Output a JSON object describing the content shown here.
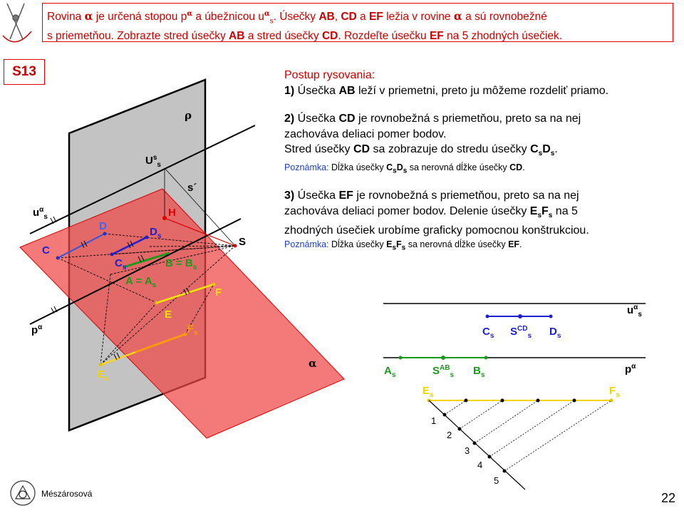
{
  "task": {
    "t1": "Rovina ",
    "alpha": "α",
    "t2": " je určená stopou p",
    "t3": " a úbežnicou u",
    "t4": "s",
    "t5": ". Úsečky ",
    "ab": "AB",
    "c1": ", ",
    "cd": "CD",
    "t6": " a ",
    "ef": "EF",
    "t7": " ležia v rovine ",
    "t8": " a sú rovnobežné",
    "t9": "s priemetňou. Zobrazte stred úsečky ",
    "t10": " a stred úsečky ",
    "t11": ". Rozdeľte úsečku ",
    "t12": " na 5 zhodných úsečiek."
  },
  "slide_code": "S13",
  "steps": {
    "heading": "Postup rysovania:",
    "s1_num": "1)",
    "s1_a": " Úsečka ",
    "s1_b": "AB",
    "s1_c": " leží v priemetni, preto ju môžeme rozdeliť priamo.",
    "s2_num": "2)",
    "s2_a": " Úsečka ",
    "s2_b": "CD",
    "s2_c": " je rovnobežná s priemetňou, preto sa na nej",
    "s2_d": "zachováva deliaci pomer bodov.",
    "s2_e": "Stred úsečky ",
    "s2_f": "CD",
    "s2_g": " sa zobrazuje do stredu úsečky ",
    "s2_h": "C",
    "s2_i": "s",
    "s2_j": "D",
    "s2_k": "s",
    "s2_l": ".",
    "n1_label": "Poznámka:",
    "n1_a": " Dĺžka úsečky ",
    "n1_b": "C",
    "n1_c": "s",
    "n1_d": "D",
    "n1_e": "s",
    "n1_f": " sa nerovná dĺžke úsečky ",
    "n1_g": "CD",
    "n1_h": ".",
    "s3_num": "3)",
    "s3_a": " Úsečka ",
    "s3_b": "EF",
    "s3_c": " je rovnobežná s priemetňou, preto sa na nej",
    "s3_d": "zachováva deliaci pomer bodov. Delenie úsečky ",
    "s3_e": "E",
    "s3_f": "s",
    "s3_g": "F",
    "s3_h": "s",
    "s3_i": " na 5",
    "s3_j": "zhodných úsečiek urobíme graficky pomocnou konštrukciou.",
    "n2_label": "Poznámka:",
    "n2_a": " Dĺžka úsečky ",
    "n2_b": "E",
    "n2_c": "s",
    "n2_d": "F",
    "n2_e": "s",
    "n2_f": " sa nerovná dĺžke úsečky ",
    "n2_g": "EF",
    "n2_h": "."
  },
  "figure": {
    "rho": "ρ",
    "alpha": "α",
    "U": "U",
    "U_sup": "s",
    "U_sub": "s",
    "s_prime": "s´",
    "H": "H",
    "u": "u",
    "u_sup": "α",
    "u_sub": "s",
    "p": "p",
    "p_sup": "α",
    "D": "D",
    "Ds": "D",
    "Ds_sub": "s",
    "S": "S",
    "C": "C",
    "Cs": "C",
    "Cs_sub": "s",
    "B_eq": "B = B",
    "B_eq_sub": "s",
    "A_eq": "A = A",
    "A_eq_sub": "s",
    "F": "F",
    "E": "E",
    "Fs": "F",
    "Fs_sub": "s",
    "Es": "E",
    "Es_sub": "s"
  },
  "construction": {
    "u": "u",
    "u_sup": "α",
    "u_sub": "s",
    "p": "p",
    "p_sup": "α",
    "Cs": "C",
    "Cs_sub": "s",
    "Scd": "S",
    "Scd_sup": "CD",
    "Scd_sub": "s",
    "Ds": "D",
    "Ds_sub": "s",
    "As": "A",
    "As_sub": "s",
    "Sab": "S",
    "Sab_sup": "AB",
    "Sab_sub": "s",
    "Bs": "B",
    "Bs_sub": "s",
    "Es": "E",
    "Es_sub": "s",
    "Fs": "F",
    "Fs_sub": "s",
    "n1": "1",
    "n2": "2",
    "n3": "3",
    "n4": "4",
    "n5": "5"
  },
  "footer": {
    "author": "Mészárosová",
    "page": "22"
  },
  "colors": {
    "red": "#e00000",
    "plane_alpha": "#f06a6a",
    "plane_rho": "#b8b8b8",
    "blue": "#1f1fd0",
    "green": "#1a9a1a",
    "yellow": "#f2d400",
    "orange": "#ff9900",
    "note_blue": "#1f3fbf"
  }
}
